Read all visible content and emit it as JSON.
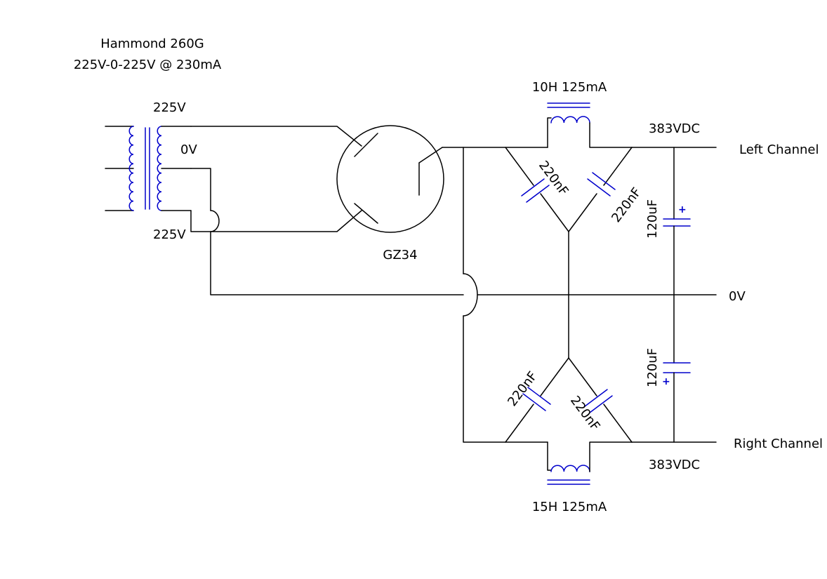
{
  "colors": {
    "wire": "#000000",
    "component": "#0000cc",
    "background": "#ffffff"
  },
  "transformer": {
    "model": "Hammond 260G",
    "rating": "225V-0-225V @ 230mA",
    "top_tap": "225V",
    "center_tap": "0V",
    "bottom_tap": "225V"
  },
  "rectifier": {
    "label": "GZ34"
  },
  "choke_left": {
    "label": "10H 125mA"
  },
  "choke_right": {
    "label": "15H 125mA"
  },
  "caps": {
    "left_film_1": "220nF",
    "left_film_2": "220nF",
    "right_film_1": "220nF",
    "right_film_2": "220nF",
    "left_electrolytic": "120uF",
    "right_electrolytic": "120uF",
    "polarity_mark": "+"
  },
  "outputs": {
    "left_voltage": "383VDC",
    "left_name": "Left Channel",
    "ground": "0V",
    "right_voltage": "383VDC",
    "right_name": "Right Channel"
  }
}
